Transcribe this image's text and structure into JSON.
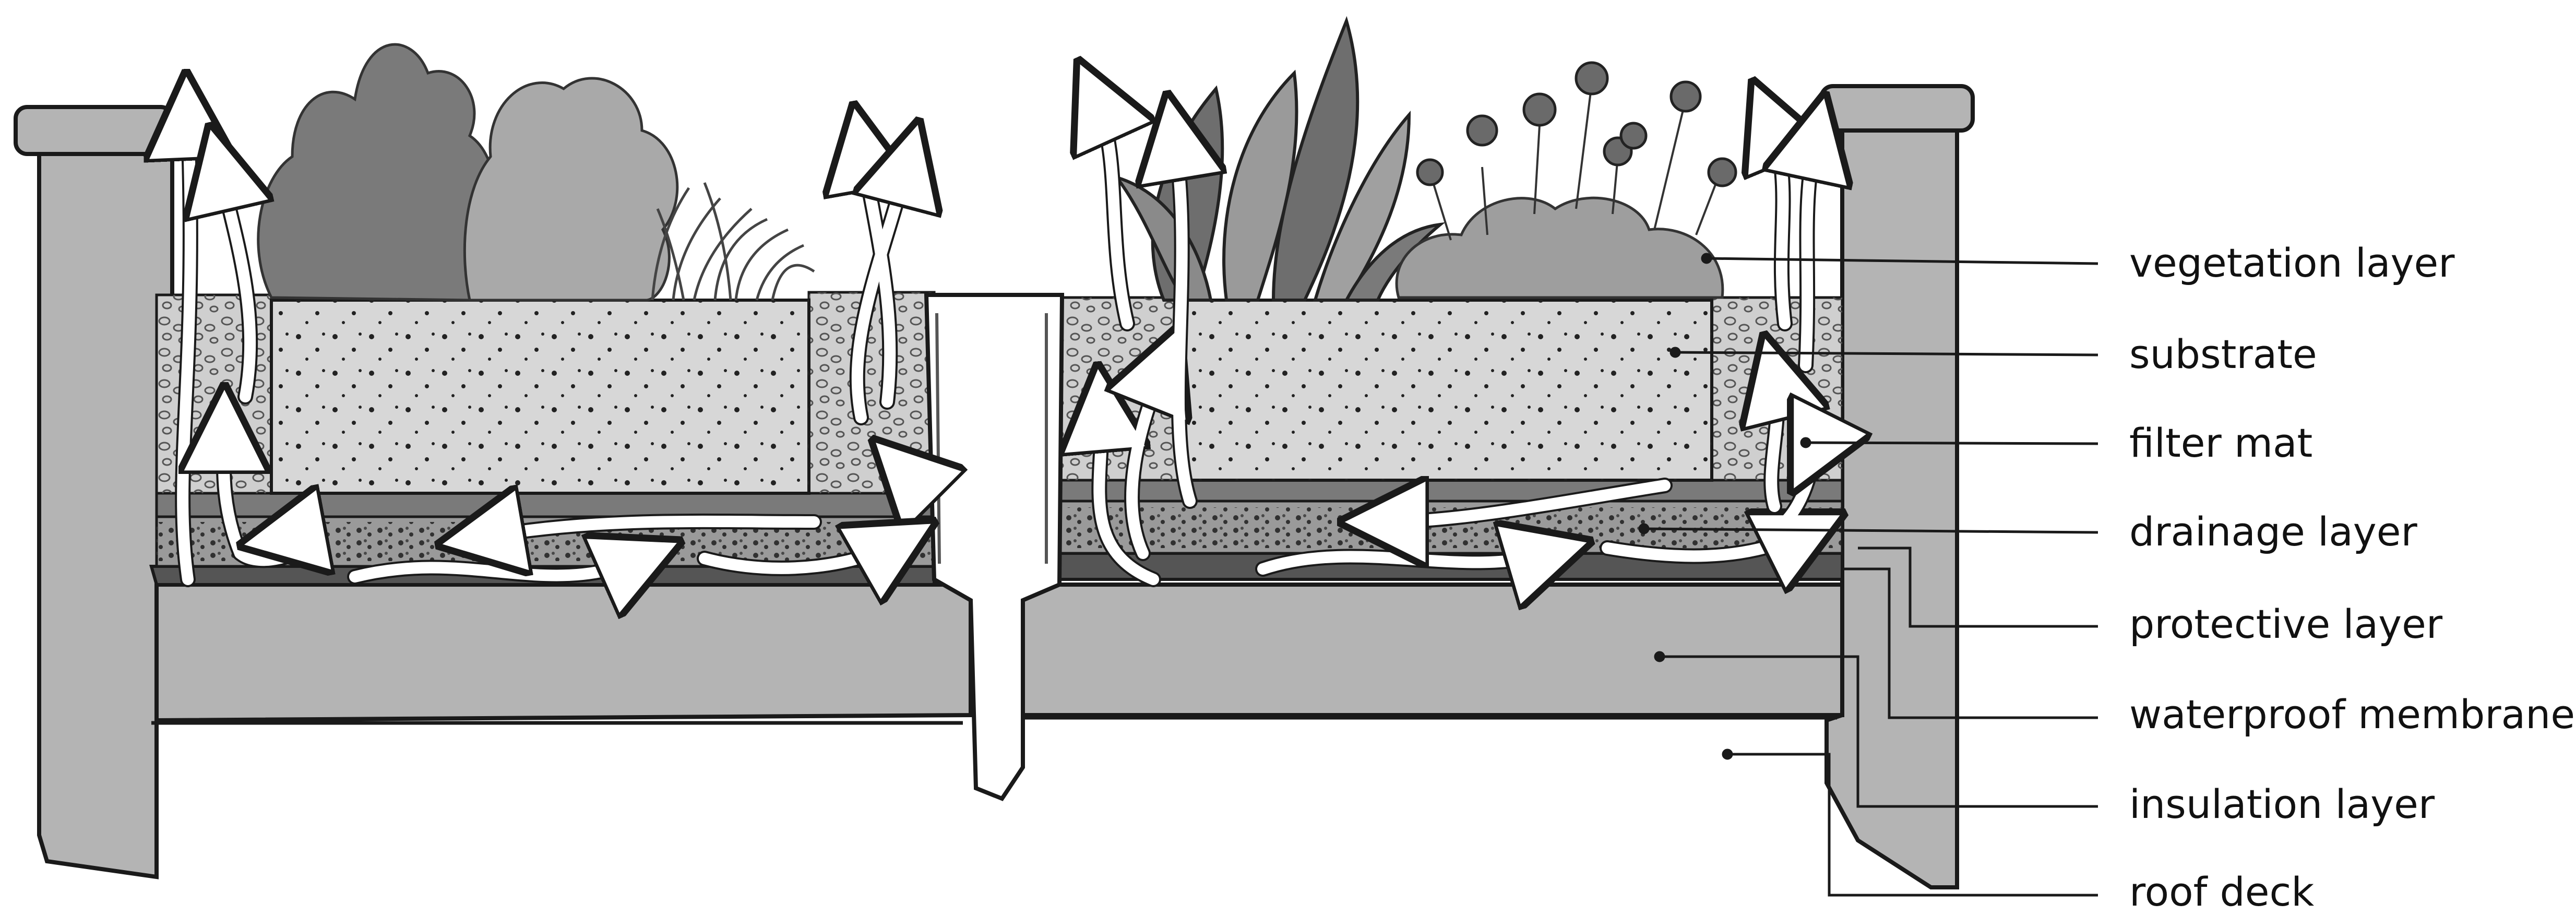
{
  "labels": [
    {
      "id": "vegetation",
      "text": "vegetation layer"
    },
    {
      "id": "substrate",
      "text": "substrate"
    },
    {
      "id": "filter",
      "text": "filter mat"
    },
    {
      "id": "drainage",
      "text": "drainage layer"
    },
    {
      "id": "protective",
      "text": "protective layer"
    },
    {
      "id": "waterproof",
      "text": "waterproof membrane"
    },
    {
      "id": "insulation",
      "text": "insulation layer"
    },
    {
      "id": "deck",
      "text": "roof deck"
    }
  ],
  "colors": {
    "structure": "#b4b4b4",
    "substrate": "#d7d7d7",
    "gravel": "#c9c9c9",
    "drainage": "#8f8f8f",
    "foliage_dark": "#6e6e6e",
    "foliage_light": "#a9a9a9",
    "outline": "#1a1a1a",
    "arrow": "#ffffff"
  }
}
